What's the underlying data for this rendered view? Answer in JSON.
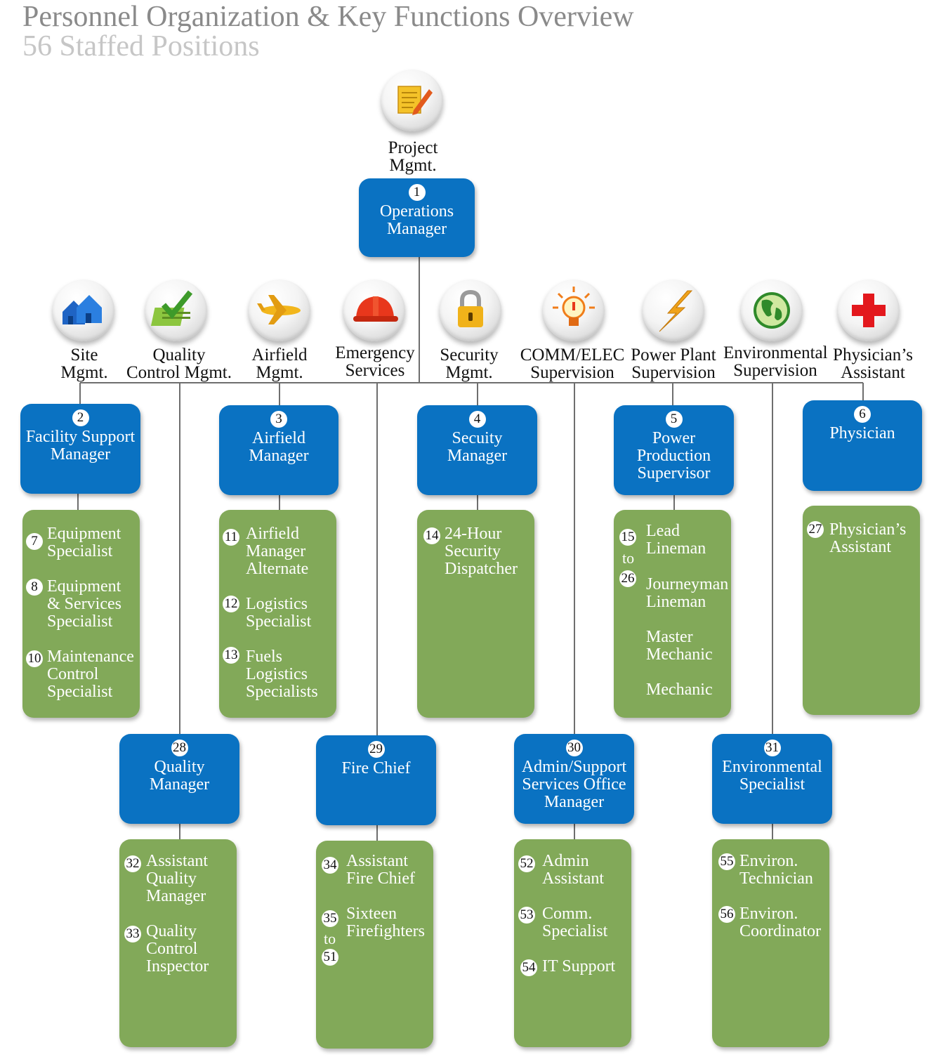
{
  "title": "Personnel Organization & Key Functions Overview",
  "subtitle": "56 Staffed Positions",
  "icons": [
    {
      "icon": "document-pencil-icon",
      "label": [
        "Project",
        "Mgmt."
      ]
    },
    {
      "icon": "houses-icon",
      "label": [
        "Site",
        "Mgmt."
      ]
    },
    {
      "icon": "checklist-icon",
      "label": [
        "Quality",
        "Control Mgmt."
      ]
    },
    {
      "icon": "airplane-icon",
      "label": [
        "Airfield",
        "Mgmt."
      ]
    },
    {
      "icon": "hard-hat-icon",
      "label": [
        "Emergency",
        "Services"
      ]
    },
    {
      "icon": "padlock-icon",
      "label": [
        "Security",
        "Mgmt."
      ]
    },
    {
      "icon": "light-bulb-icon",
      "label": [
        "COMM/ELEC",
        "Supervision"
      ]
    },
    {
      "icon": "lightning-bolt-icon",
      "label": [
        "Power Plant",
        "Supervision"
      ]
    },
    {
      "icon": "globe-icon",
      "label": [
        "Environmental",
        "Supervision"
      ]
    },
    {
      "icon": "red-cross-icon",
      "label": [
        "Physician’s",
        "Assistant"
      ]
    }
  ],
  "managers": [
    {
      "num": "1",
      "lines": [
        "Operations",
        "Manager"
      ]
    },
    {
      "num": "2",
      "lines": [
        "Facility Support",
        "Manager"
      ]
    },
    {
      "num": "3",
      "lines": [
        "Airfield",
        "Manager"
      ]
    },
    {
      "num": "4",
      "lines": [
        "Secuity",
        "Manager"
      ]
    },
    {
      "num": "5",
      "lines": [
        "Power",
        "Production",
        "Supervisor"
      ]
    },
    {
      "num": "6",
      "lines": [
        "Physician"
      ]
    },
    {
      "num": "28",
      "lines": [
        "Quality",
        "Manager"
      ]
    },
    {
      "num": "29",
      "lines": [
        "Fire Chief"
      ]
    },
    {
      "num": "30",
      "lines": [
        "Admin/Support",
        "Services Office",
        "Manager"
      ]
    },
    {
      "num": "31",
      "lines": [
        "Environmental",
        "Specialist"
      ]
    }
  ],
  "staff": [
    {
      "items": [
        {
          "num": "7",
          "lines": [
            "Equipment",
            "Specialist"
          ]
        },
        {
          "num": "8",
          "lines": [
            "Equipment",
            "& Services",
            "Specialist"
          ]
        },
        {
          "num": "10",
          "lines": [
            "Maintenance",
            "Control",
            "Specialist"
          ]
        }
      ]
    },
    {
      "items": [
        {
          "num": "11",
          "lines": [
            "Airfield",
            "Manager",
            "Alternate"
          ]
        },
        {
          "num": "12",
          "lines": [
            "Logistics",
            "Specialist"
          ]
        },
        {
          "num": "13",
          "lines": [
            "Fuels",
            "Logistics",
            "Specialists"
          ]
        }
      ]
    },
    {
      "items": [
        {
          "num": "14",
          "lines": [
            "24-Hour",
            "Security",
            "Dispatcher"
          ]
        }
      ]
    },
    {
      "range": {
        "from": "15",
        "to_word": "to",
        "to": "26"
      },
      "items": [
        {
          "lines": [
            "Lead",
            "Lineman"
          ]
        },
        {
          "lines": [
            "Journeyman",
            "Lineman"
          ]
        },
        {
          "lines": [
            "Master",
            "Mechanic"
          ]
        },
        {
          "lines": [
            "Mechanic"
          ]
        }
      ]
    },
    {
      "items": [
        {
          "num": "27",
          "lines": [
            "Physician’s",
            "Assistant"
          ]
        }
      ]
    },
    {
      "items": [
        {
          "num": "32",
          "lines": [
            "Assistant",
            "Quality",
            "Manager"
          ]
        },
        {
          "num": "33",
          "lines": [
            "Quality",
            "Control",
            "Inspector"
          ]
        }
      ]
    },
    {
      "range": {
        "from": "35",
        "to_word": "to",
        "to": "51"
      },
      "items": [
        {
          "num": "34",
          "lines": [
            "Assistant",
            "Fire Chief"
          ]
        },
        {
          "lines": [
            "Sixteen",
            "Firefighters"
          ]
        }
      ]
    },
    {
      "items": [
        {
          "num": "52",
          "lines": [
            "Admin",
            "Assistant"
          ]
        },
        {
          "num": "53",
          "lines": [
            "Comm.",
            "Specialist"
          ]
        },
        {
          "num": "54",
          "lines": [
            "IT Support"
          ]
        }
      ]
    },
    {
      "items": [
        {
          "num": "55",
          "lines": [
            "Environ.",
            "Technician"
          ]
        },
        {
          "num": "56",
          "lines": [
            "Environ.",
            "Coordinator"
          ]
        }
      ]
    }
  ]
}
